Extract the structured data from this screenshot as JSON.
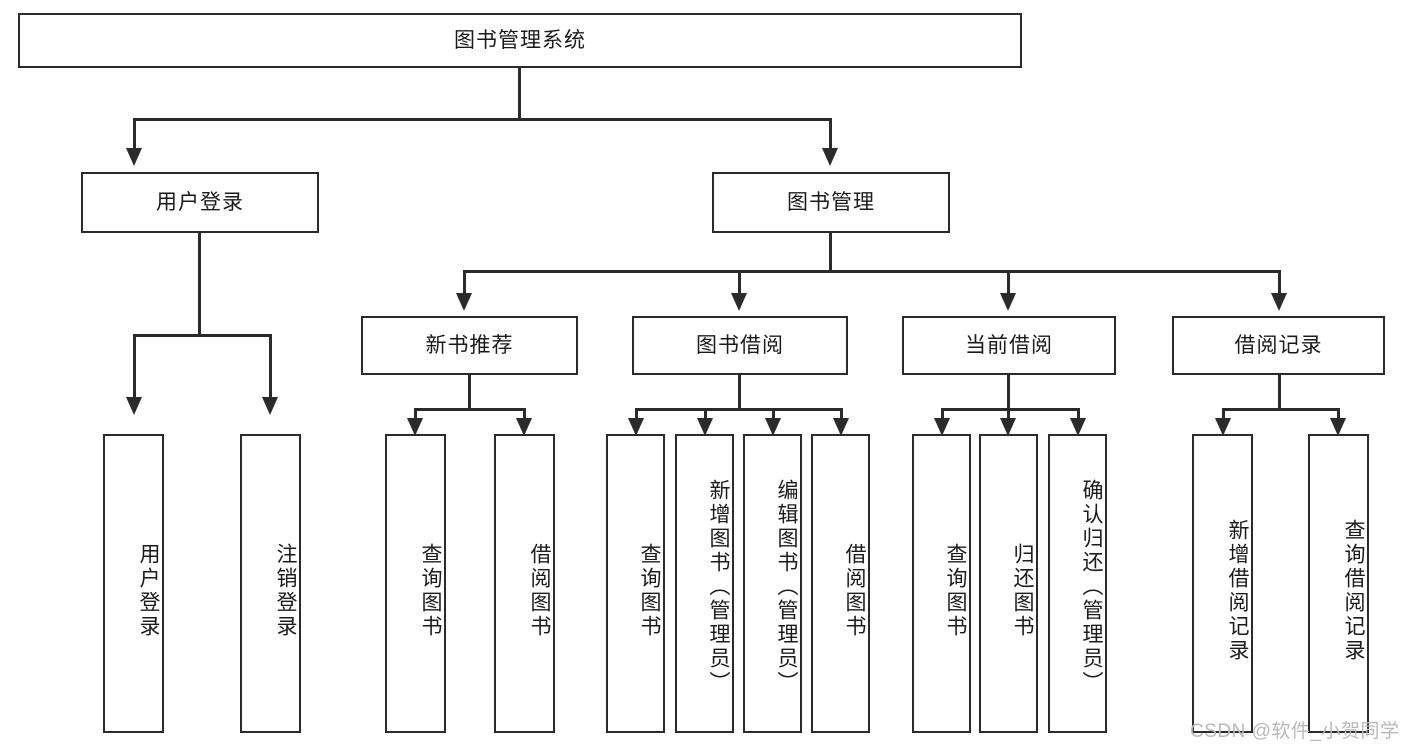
{
  "diagram": {
    "type": "tree",
    "title": "图书管理系统",
    "root": {
      "id": "root",
      "label": "图书管理系统",
      "orientation": "horizontal"
    },
    "level2": [
      {
        "id": "user-login",
        "label": "用户登录",
        "orientation": "horizontal"
      },
      {
        "id": "book-manage",
        "label": "图书管理",
        "orientation": "horizontal"
      }
    ],
    "level3": [
      {
        "id": "new-book-recommend",
        "label": "新书推荐",
        "orientation": "horizontal",
        "parent": "book-manage"
      },
      {
        "id": "book-borrow",
        "label": "图书借阅",
        "orientation": "horizontal",
        "parent": "book-manage"
      },
      {
        "id": "current-borrow",
        "label": "当前借阅",
        "orientation": "horizontal",
        "parent": "book-manage"
      },
      {
        "id": "borrow-record",
        "label": "借阅记录",
        "orientation": "horizontal",
        "parent": "book-manage"
      }
    ],
    "leaves": [
      {
        "id": "leaf-user-login",
        "label": "用户登录",
        "parent": "user-login"
      },
      {
        "id": "leaf-user-logout",
        "label": "注销登录",
        "parent": "user-login"
      },
      {
        "id": "leaf-query-book-1",
        "label": "查询图书",
        "parent": "new-book-recommend"
      },
      {
        "id": "leaf-borrow-book-1",
        "label": "借阅图书",
        "parent": "new-book-recommend"
      },
      {
        "id": "leaf-query-book-2",
        "label": "查询图书",
        "parent": "book-borrow"
      },
      {
        "id": "leaf-add-book",
        "label": "新增图书（管理员）",
        "parent": "book-borrow"
      },
      {
        "id": "leaf-edit-book",
        "label": "编辑图书（管理员）",
        "parent": "book-borrow"
      },
      {
        "id": "leaf-borrow-book-2",
        "label": "借阅图书",
        "parent": "book-borrow"
      },
      {
        "id": "leaf-query-book-3",
        "label": "查询图书",
        "parent": "current-borrow"
      },
      {
        "id": "leaf-return-book",
        "label": "归还图书",
        "parent": "current-borrow"
      },
      {
        "id": "leaf-confirm-return",
        "label": "确认归还（管理员）",
        "parent": "current-borrow"
      },
      {
        "id": "leaf-add-record",
        "label": "新增借阅记录",
        "parent": "borrow-record"
      },
      {
        "id": "leaf-query-record",
        "label": "查询借阅记录",
        "parent": "borrow-record"
      }
    ],
    "colors": {
      "stroke": "#2b2b2b",
      "fill": "#ffffff",
      "text": "#1b1b1b",
      "watermark": "#b9b9b9"
    }
  },
  "watermark": {
    "text": "CSDN @软件_小贺同学"
  }
}
